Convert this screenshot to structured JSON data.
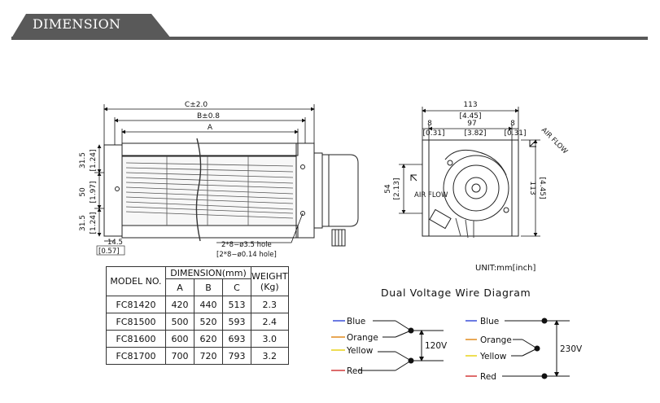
{
  "header": {
    "title": "DIMENSION"
  },
  "dims": {
    "c": "C±2.0",
    "b": "B±0.8",
    "a": "A",
    "h1": "31.5",
    "h1_in": "[1.24]",
    "h2": "50",
    "h2_in": "[1.97]",
    "h3": "31.5",
    "h3_in": "[1.24]",
    "foot": "14.5",
    "foot_in": "[0.57]",
    "hole_mm": "2*8−ø3.5 hole",
    "hole_in": "[2*8−ø0.14 hole]",
    "w113": "113",
    "w113_in": "[4.45]",
    "side8l": "8",
    "side8l_in": "[0.31]",
    "w97": "97",
    "w97_in": "[3.82]",
    "side8r": "8",
    "side8r_in": "[0.31]",
    "h54": "54",
    "h54_in": "[2.13]",
    "h113": "113",
    "h113_in": "[4.45]",
    "air_flow_top": "AIR FLOW",
    "air_flow_mid": "AIR FLOW"
  },
  "unit_note": "UNIT:mm[inch]",
  "table": {
    "h_model": "MODEL NO.",
    "h_dimension": "DIMENSION(mm)",
    "h_weight": "WEIGHT",
    "h_weight_unit": "(Kg)",
    "h_a": "A",
    "h_b": "B",
    "h_c": "C",
    "rows": [
      {
        "model": "FC81420",
        "a": "420",
        "b": "440",
        "c": "513",
        "weight": "2.3"
      },
      {
        "model": "FC81500",
        "a": "500",
        "b": "520",
        "c": "593",
        "weight": "2.4"
      },
      {
        "model": "FC81600",
        "a": "600",
        "b": "620",
        "c": "693",
        "weight": "3.0"
      },
      {
        "model": "FC81700",
        "a": "700",
        "b": "720",
        "c": "793",
        "weight": "3.2"
      }
    ]
  },
  "wire": {
    "title": "Dual Voltage Wire Diagram",
    "left": {
      "labels": [
        "Blue",
        "Orange",
        "Yellow",
        "Red"
      ],
      "voltage": "120V"
    },
    "right": {
      "labels": [
        "Blue",
        "Orange",
        "Yellow",
        "Red"
      ],
      "voltage": "230V"
    },
    "colors": {
      "blue": "#3a4fd8",
      "orange": "#e08a1e",
      "yellow": "#e8d21a",
      "red": "#d23a3a"
    }
  }
}
